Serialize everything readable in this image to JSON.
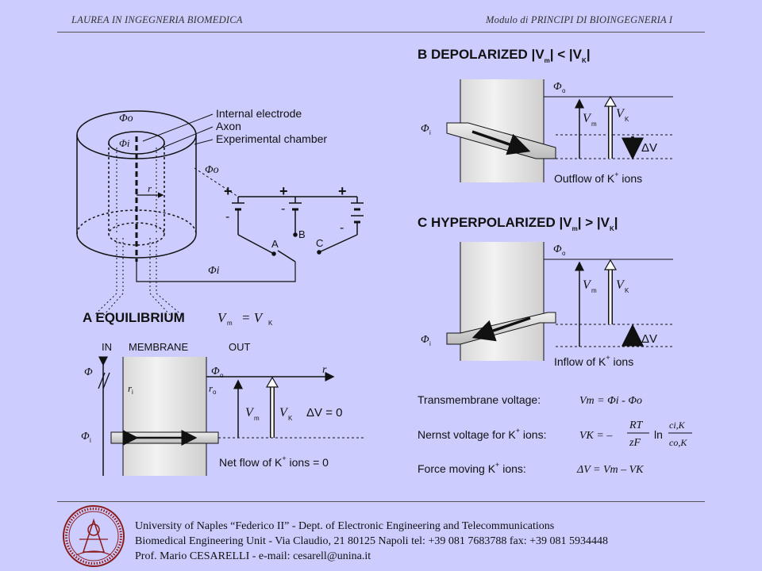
{
  "header": {
    "left": "LAUREA IN INGEGNERIA BIOMEDICA",
    "right": "Modulo di  PRINCIPI DI BIOINGEGNERIA  I"
  },
  "setup": {
    "internal_electrode": "Internal electrode",
    "axon": "Axon",
    "chamber": "Experimental chamber",
    "phi_o": "Φo",
    "phi_i": "Φi",
    "r": "r",
    "plus": "+",
    "minus": "-",
    "switch_a": "A",
    "switch_b": "B",
    "switch_c": "C"
  },
  "panel_a": {
    "title": "A  EQUILIBRIUM",
    "title_eq": "V",
    "title_eq_sub": "m",
    "title_eq_rest": "=  V",
    "title_eq_sub2": "K",
    "in": "IN",
    "membrane": "MEMBRANE",
    "out": "OUT",
    "phi": "Φ",
    "phi_o": "Φ",
    "phi_o_sub": "o",
    "phi_i": "Φ",
    "phi_i_sub": "i",
    "r_axis": "r",
    "ri": "r",
    "ri_sub": "i",
    "ro": "r",
    "ro_sub": "o",
    "vm": "V",
    "vm_sub": "m",
    "vk": "V",
    "vk_sub": "K",
    "dv": "ΔV = 0",
    "net_flow_pre": "Net flow of K",
    "net_flow_sup": "+",
    "net_flow_post": " ions = 0"
  },
  "panel_b": {
    "title": "B  DEPOLARIZED  |V",
    "title_sub": "m",
    "title_rest": "|  <  |V",
    "title_sub2": "K",
    "title_end": "|",
    "phi_o": "Φ",
    "phi_o_sub": "o",
    "phi_i": "Φ",
    "phi_i_sub": "i",
    "vm": "V",
    "vm_sub": "m",
    "vk": "V",
    "vk_sub": "K",
    "dv": "ΔV",
    "flow_pre": "Outflow of K",
    "flow_sup": "+",
    "flow_post": " ions"
  },
  "panel_c": {
    "title": "C  HYPERPOLARIZED  |V",
    "title_sub": "m",
    "title_rest": "|  >  |V",
    "title_sub2": "K",
    "title_end": "|",
    "phi_o": "Φ",
    "phi_o_sub": "o",
    "phi_i": "Φ",
    "phi_i_sub": "i",
    "vm": "V",
    "vm_sub": "m",
    "vk": "V",
    "vk_sub": "K",
    "dv": "ΔV",
    "flow_pre": "Inflow of K",
    "flow_sup": "+",
    "flow_post": " ions"
  },
  "equations": {
    "transmembrane_label": "Transmembrane voltage:",
    "transmembrane_eq": "Vm  =  Φi  -  Φo",
    "nernst_label_pre": "Nernst voltage for K",
    "nernst_label_sup": "+",
    "nernst_label_post": " ions:",
    "nernst_lhs": "VK  =  –",
    "nernst_num": "RT",
    "nernst_den": "zF",
    "nernst_ln": "ln",
    "nernst_cnum": "ci,K",
    "nernst_cden": "co,K",
    "force_label_pre": "Force moving K",
    "force_label_sup": "+",
    "force_label_post": " ions:",
    "force_eq": "ΔV  =  Vm  –  VK"
  },
  "footer": {
    "line1": "University of Naples “Federico II” - Dept. of Electronic Engineering and Telecommunications",
    "line2": "Biomedical Engineering Unit - Via Claudio, 21  80125 Napoli  tel: +39 081 7683788   fax: +39 081 5934448",
    "line3": "Prof. Mario CESARELLI - e-mail: cesarell@unina.it"
  },
  "colors": {
    "background": "#ccccff",
    "seal": "#8b1a1a"
  }
}
